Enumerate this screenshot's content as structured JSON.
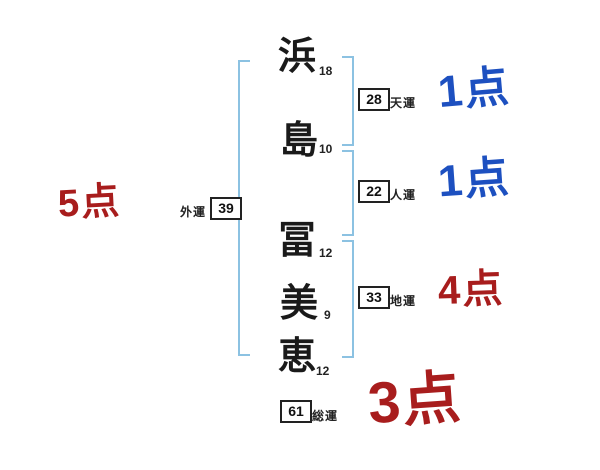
{
  "name_chart": {
    "characters": [
      {
        "char": "浜",
        "strokes": "18"
      },
      {
        "char": "島",
        "strokes": "10"
      },
      {
        "char": "冨",
        "strokes": "12"
      },
      {
        "char": "美",
        "strokes": "9"
      },
      {
        "char": "恵",
        "strokes": "12"
      }
    ],
    "fortunes": {
      "gaiun": {
        "label": "外運",
        "value": "39",
        "score": "5点"
      },
      "tenun": {
        "label": "天運",
        "value": "28",
        "score": "1点"
      },
      "jinun": {
        "label": "人運",
        "value": "22",
        "score": "1点"
      },
      "chiun": {
        "label": "地運",
        "value": "33",
        "score": "4点"
      },
      "soun": {
        "label": "総運",
        "value": "61",
        "score": "3点"
      }
    },
    "colors": {
      "bracket": "#8cc2e2",
      "score_red": "#a81d1d",
      "score_blue": "#1d50c0"
    }
  }
}
